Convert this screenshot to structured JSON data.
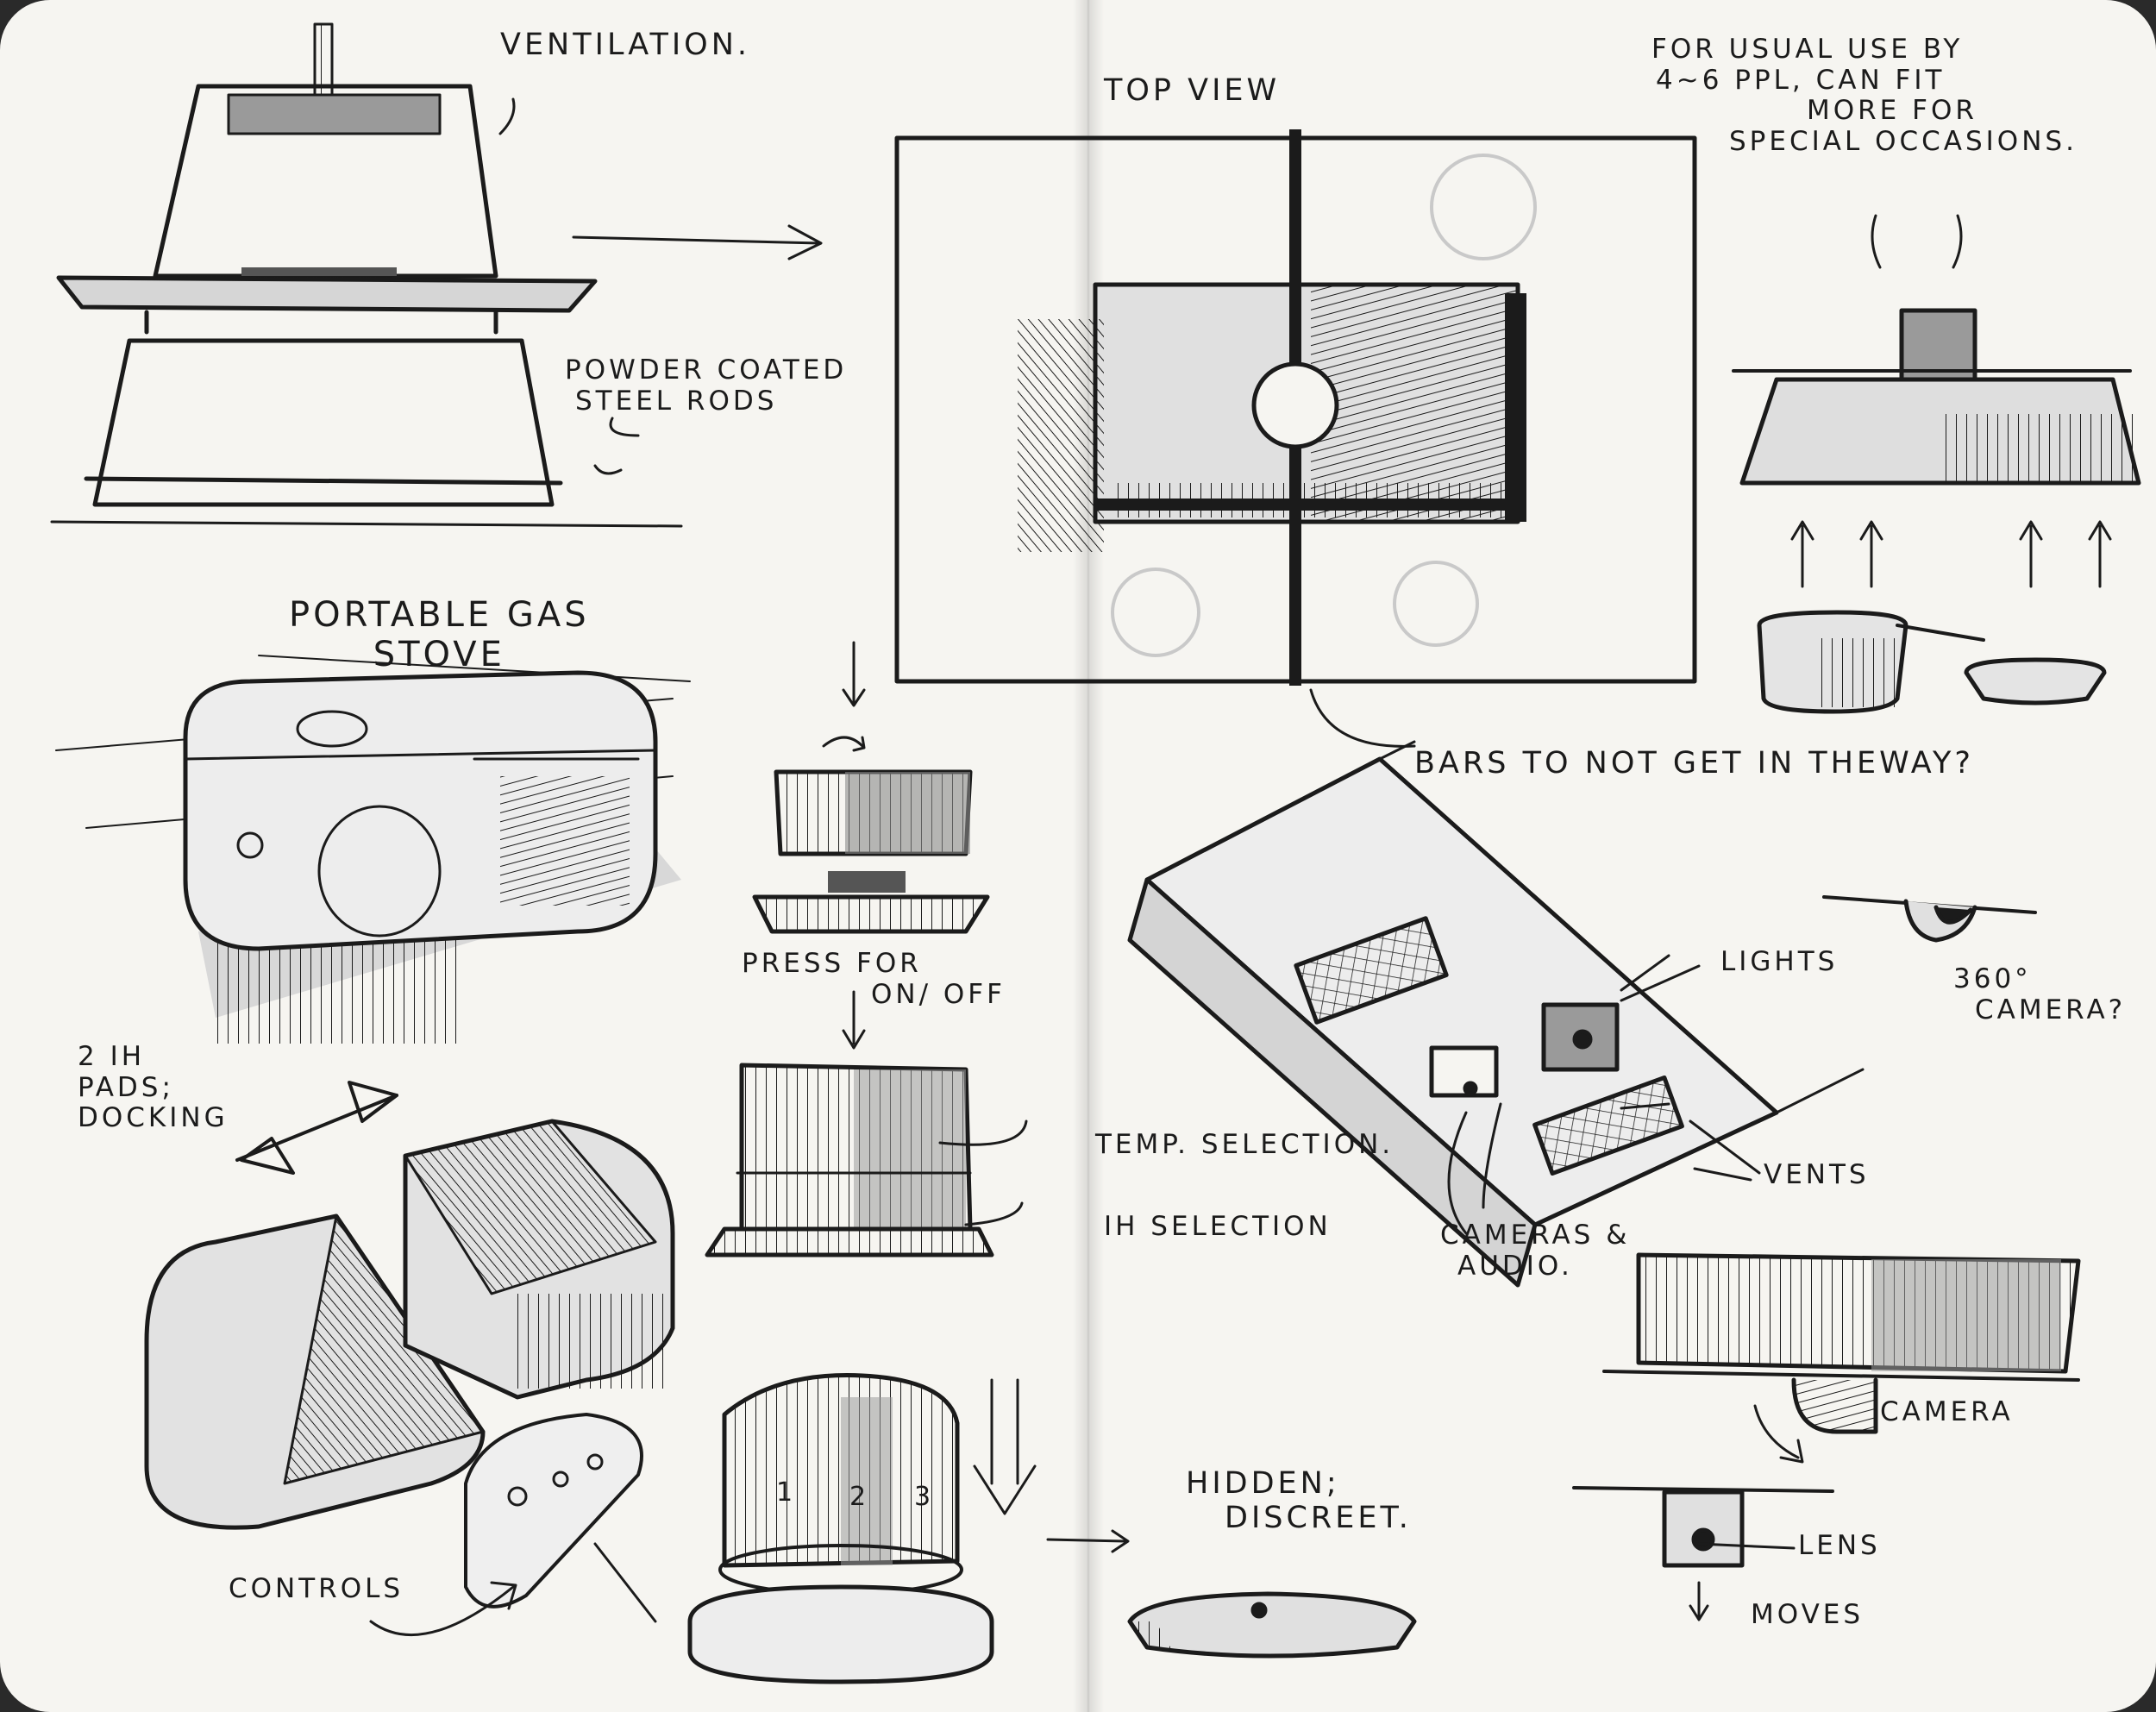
{
  "notes": {
    "ventilation": "VENTILATION.",
    "powder_coated": [
      "POWDER COATED",
      "STEEL RODS"
    ],
    "portable_gas_stove": [
      "PORTABLE GAS",
      "STOVE"
    ],
    "press_on_off": [
      "PRESS FOR",
      "ON/ OFF"
    ],
    "two_ih_pads": [
      "2 IH",
      "PADS;",
      "DOCKING"
    ],
    "controls": "CONTROLS",
    "top_view": "TOP VIEW",
    "usual_use": [
      "FOR USUAL USE BY",
      "4~6 PPL, CAN FIT",
      "MORE FOR",
      "SPECIAL OCCASIONS."
    ],
    "bars": "BARS TO NOT GET IN THEWAY?",
    "lights": "LIGHTS",
    "camera_360": [
      "360°",
      "CAMERA?"
    ],
    "temp_selection": "TEMP. SELECTION.",
    "ih_selection": "IH SELECTION",
    "vents": "VENTS",
    "cameras_audio": [
      "CAMERAS &",
      "AUDIO."
    ],
    "camera": "CAMERA",
    "lens": "LENS",
    "moves": "MOVES",
    "hidden_discreet": [
      "HIDDEN;",
      "DISCREET."
    ],
    "control_numbers": [
      "1",
      "2",
      "3"
    ]
  },
  "colors": {
    "paper": "#f6f5f1",
    "ink": "#1b1b1b",
    "marker_gray": "#9a9a9a",
    "light_gray": "#c9c9c9"
  }
}
